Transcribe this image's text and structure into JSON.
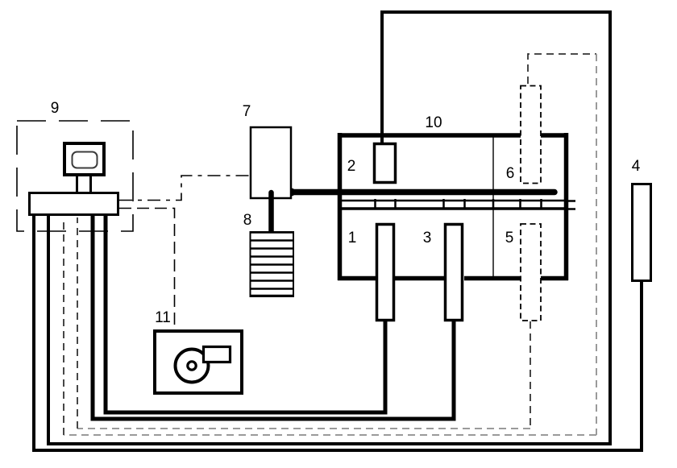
{
  "figure": {
    "type": "schematic-diagram",
    "description_visible_text_only": true,
    "background": "#ffffff",
    "colors": {
      "line": "#000000",
      "dashed_dark": "#333333",
      "dashed_gray": "#9a9a9a",
      "screen_outline": "#3c3c3c"
    },
    "labels": {
      "l1": "1",
      "l2": "2",
      "l3": "3",
      "l4": "4",
      "l5": "5",
      "l6": "6",
      "l7": "7",
      "l8": "8",
      "l9": "9",
      "l10": "10",
      "l11": "11"
    }
  }
}
